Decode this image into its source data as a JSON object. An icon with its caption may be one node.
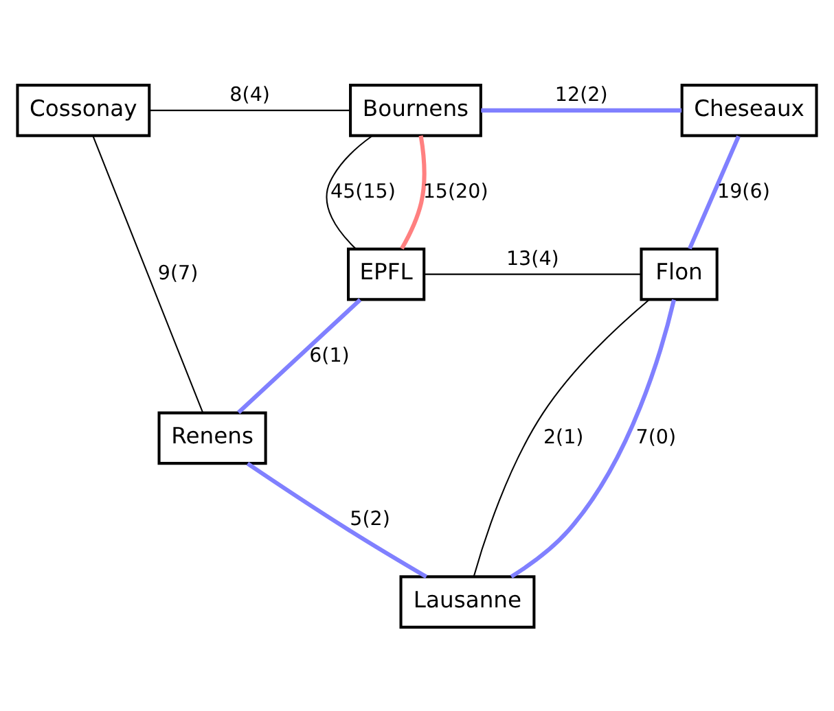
{
  "diagram": {
    "nodes": [
      {
        "text": [
          "Cossonay"
        ]
      },
      {
        "text": [
          "Bournens"
        ]
      },
      {
        "text": [
          "Cheseaux"
        ]
      },
      {
        "text": [
          "EPFL"
        ]
      },
      {
        "text": [
          "Flon"
        ]
      },
      {
        "text": [
          "Renens"
        ]
      },
      {
        "text": [
          "Lausanne"
        ]
      }
    ],
    "edges": [
      {
        "from": 0,
        "to": 1,
        "arrow": "none",
        "label": "8(4)"
      },
      {
        "from": 1,
        "to": 2,
        "arrow": "none",
        "label": "12(2)",
        "color": "#8080ff"
      },
      {
        "from": 1,
        "to": 3,
        "arrow": "none",
        "label": "15(20)",
        "color": "#ff8080"
      },
      {
        "from": 1,
        "to": 3,
        "arrow": "none",
        "label": "45(15)"
      },
      {
        "from": 2,
        "to": 4,
        "arrow": "none",
        "label": "19(6)",
        "color": "#8080ff"
      },
      {
        "from": 0,
        "to": 5,
        "arrow": "none",
        "label": "9(7)"
      },
      {
        "from": 3,
        "to": 4,
        "arrow": "none",
        "label": "13(4)"
      },
      {
        "from": 3,
        "to": 5,
        "arrow": "none",
        "label": "6(1)",
        "color": "#8080ff"
      },
      {
        "from": 4,
        "to": 6,
        "arrow": "none",
        "label": "2(1)"
      },
      {
        "from": 4,
        "to": 6,
        "arrow": "none",
        "label": "7(0)",
        "color": "#8080ff"
      },
      {
        "from": 5,
        "to": 6,
        "arrow": "none",
        "label": "5(2)",
        "color": "#8080ff"
      }
    ]
  }
}
